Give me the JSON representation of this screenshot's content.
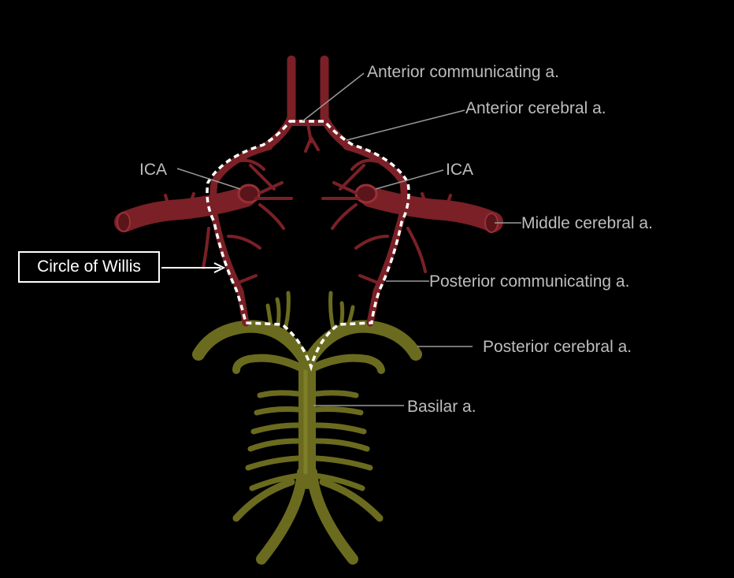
{
  "colors": {
    "background": "#000000",
    "red_vessel": "#7a2026",
    "red_vessel_light": "#9b2f36",
    "yellow_vessel": "#6b6b1f",
    "yellow_vessel_light": "#8a8a2e",
    "circle_outline": "#ffffff",
    "label_text": "#bdbdbd",
    "leader_line": "#9a9a9a"
  },
  "labels": {
    "anterior_communicating": "Anterior communicating a.",
    "anterior_cerebral": "Anterior cerebral a.",
    "ica_left": "ICA",
    "ica_right": "ICA",
    "middle_cerebral": "Middle cerebral a.",
    "circle_of_willis": "Circle of Willis",
    "posterior_communicating": "Posterior communicating a.",
    "posterior_cerebral": "Posterior cerebral a.",
    "basilar": "Basilar a."
  }
}
